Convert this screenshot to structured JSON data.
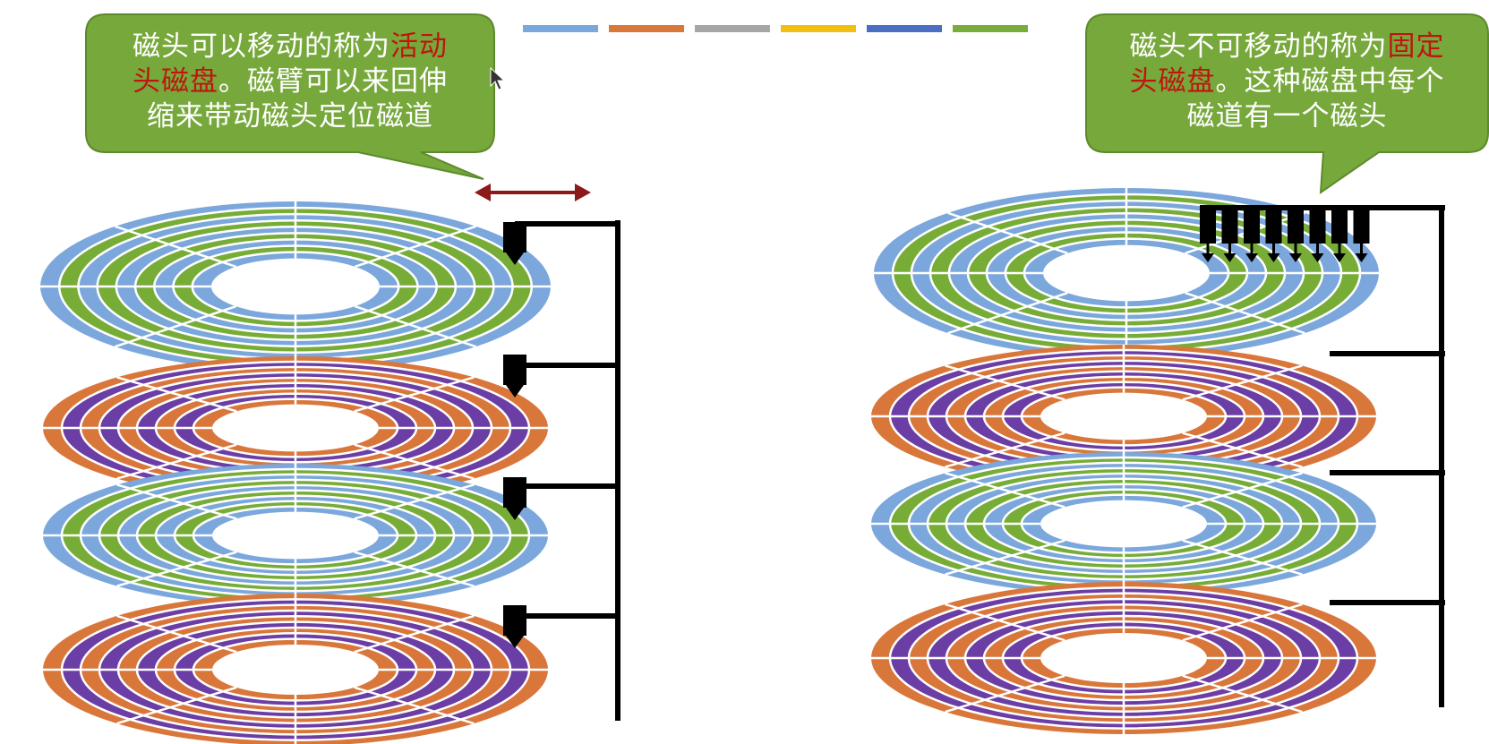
{
  "colors": {
    "legend": [
      "#7ba7dc",
      "#d9773b",
      "#a6a6a6",
      "#f0bf10",
      "#4a6fc2",
      "#78ad3a"
    ],
    "callout_fill": "#77a83b",
    "callout_stroke": "#5e8a2c",
    "highlight_text": "#c0140f",
    "arrow": "#8b1a1a",
    "ring_blue": "#7ba7dc",
    "ring_green": "#77ad37",
    "ring_orange": "#d9773b",
    "ring_purple": "#6b3ea6",
    "mechanism": "#000000"
  },
  "left_callout": {
    "line1_normal": "磁头可以移动的称为",
    "line1_highlight": "活动",
    "line2_highlight": "头磁盘",
    "line2_normal": "。磁臂可以来回伸",
    "line3": "缩来带动磁头定位磁道"
  },
  "right_callout": {
    "line1_normal": "磁头不可移动的称为",
    "line1_highlight": "固定",
    "line2_highlight": "头磁盘",
    "line2_normal": "。这种磁盘中每个",
    "line3": "磁道有一个磁头"
  }
}
